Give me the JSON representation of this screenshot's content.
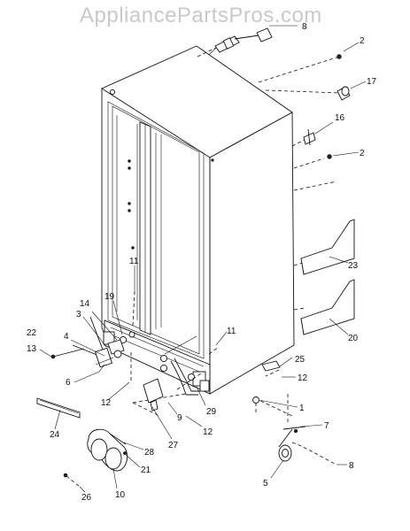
{
  "watermark": "AppliancePartsPros.com",
  "callouts": [
    {
      "id": "c-8a",
      "text": "8"
    },
    {
      "id": "c-2a",
      "text": "2"
    },
    {
      "id": "c-17",
      "text": "17"
    },
    {
      "id": "c-16",
      "text": "16"
    },
    {
      "id": "c-2b",
      "text": "2"
    },
    {
      "id": "c-23",
      "text": "23"
    },
    {
      "id": "c-20",
      "text": "20"
    },
    {
      "id": "c-11a",
      "text": "11"
    },
    {
      "id": "c-11b",
      "text": "11"
    },
    {
      "id": "c-19",
      "text": "19"
    },
    {
      "id": "c-14",
      "text": "14"
    },
    {
      "id": "c-3",
      "text": "3"
    },
    {
      "id": "c-22",
      "text": "22"
    },
    {
      "id": "c-4",
      "text": "4"
    },
    {
      "id": "c-13",
      "text": "13"
    },
    {
      "id": "c-6",
      "text": "6"
    },
    {
      "id": "c-12a",
      "text": "12"
    },
    {
      "id": "c-25",
      "text": "25"
    },
    {
      "id": "c-12b",
      "text": "12"
    },
    {
      "id": "c-29",
      "text": "29"
    },
    {
      "id": "c-9",
      "text": "9"
    },
    {
      "id": "c-12c",
      "text": "12"
    },
    {
      "id": "c-1",
      "text": "1"
    },
    {
      "id": "c-7",
      "text": "7"
    },
    {
      "id": "c-24",
      "text": "24"
    },
    {
      "id": "c-27",
      "text": "27"
    },
    {
      "id": "c-28",
      "text": "28"
    },
    {
      "id": "c-21",
      "text": "21"
    },
    {
      "id": "c-8b",
      "text": "8"
    },
    {
      "id": "c-5",
      "text": "5"
    },
    {
      "id": "c-26",
      "text": "26"
    },
    {
      "id": "c-10",
      "text": "10"
    }
  ]
}
